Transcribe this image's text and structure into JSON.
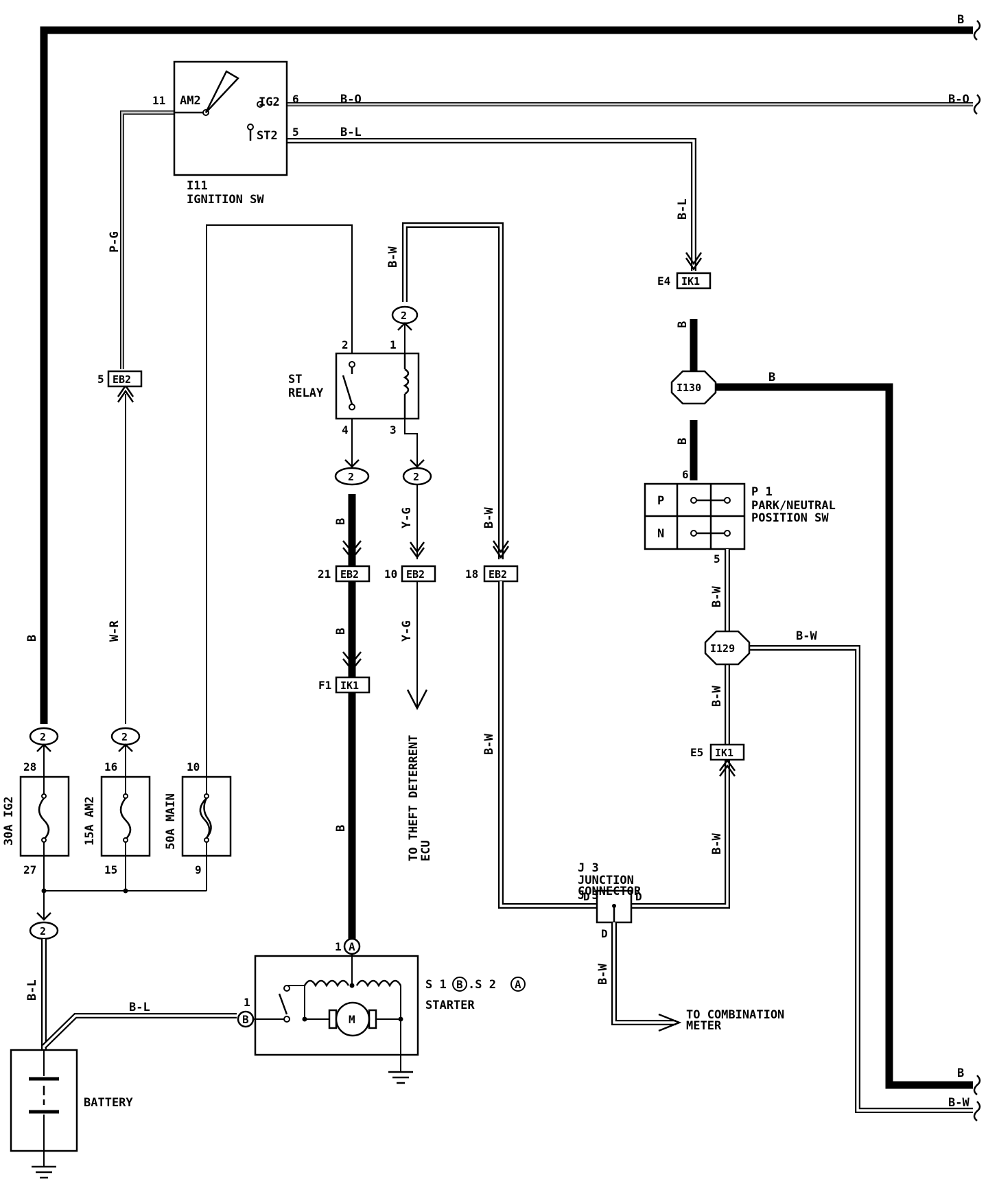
{
  "components": {
    "ignition_switch": {
      "ref": "I11",
      "name": "IGNITION SW",
      "terminals": [
        "AM2",
        "IG2",
        "ST2"
      ],
      "pins": [
        "11",
        "6",
        "5"
      ]
    },
    "st_relay": {
      "name_line1": "ST",
      "name_line2": "RELAY",
      "pins": [
        "2",
        "1",
        "4",
        "3"
      ]
    },
    "park_neutral_sw": {
      "ref": "P 1",
      "name_line1": "PARK/NEUTRAL",
      "name_line2": "POSITION SW",
      "positions": [
        "P",
        "N"
      ],
      "pins": [
        "6",
        "5"
      ]
    },
    "junction_connector": {
      "ref": "J 3",
      "name_line1": "JUNCTION",
      "name_line2": "CONNECTOR",
      "pin": "D"
    },
    "starter": {
      "ref": "S 1",
      "ref_b": "B",
      "sep": ".S 2",
      "ref_a": "A",
      "name": "STARTER",
      "pins": [
        "1",
        "A",
        "1",
        "B"
      ],
      "motor": "M"
    },
    "battery": {
      "name": "BATTERY"
    },
    "fuses": [
      {
        "label": "30A IG2",
        "top_pin": "28",
        "bottom_pin": "27"
      },
      {
        "label": "15A AM2",
        "top_pin": "16",
        "bottom_pin": "15"
      },
      {
        "label": "50A MAIN",
        "top_pin": "10",
        "bottom_pin": "9"
      }
    ]
  },
  "connectors": {
    "eb2": "EB2",
    "ik1": "IK1",
    "i130": "I130",
    "i129": "I129",
    "node": "2",
    "pins": {
      "eb2_5": "5",
      "eb2_21": "21",
      "eb2_10": "10",
      "eb2_18": "18",
      "ik1_e4": "E4",
      "ik1_f1": "F1",
      "ik1_e5": "E5"
    }
  },
  "wires": {
    "b": "B",
    "b_o": "B-O",
    "b_l": "B-L",
    "b_w": "B-W",
    "p_g": "P-G",
    "w_r": "W-R",
    "y_g": "Y-G"
  },
  "destinations": {
    "theft_line1": "TO THEFT DETERRENT",
    "theft_line2": "ECU",
    "combination_line1": "TO COMBINATION",
    "combination_line2": "METER"
  }
}
